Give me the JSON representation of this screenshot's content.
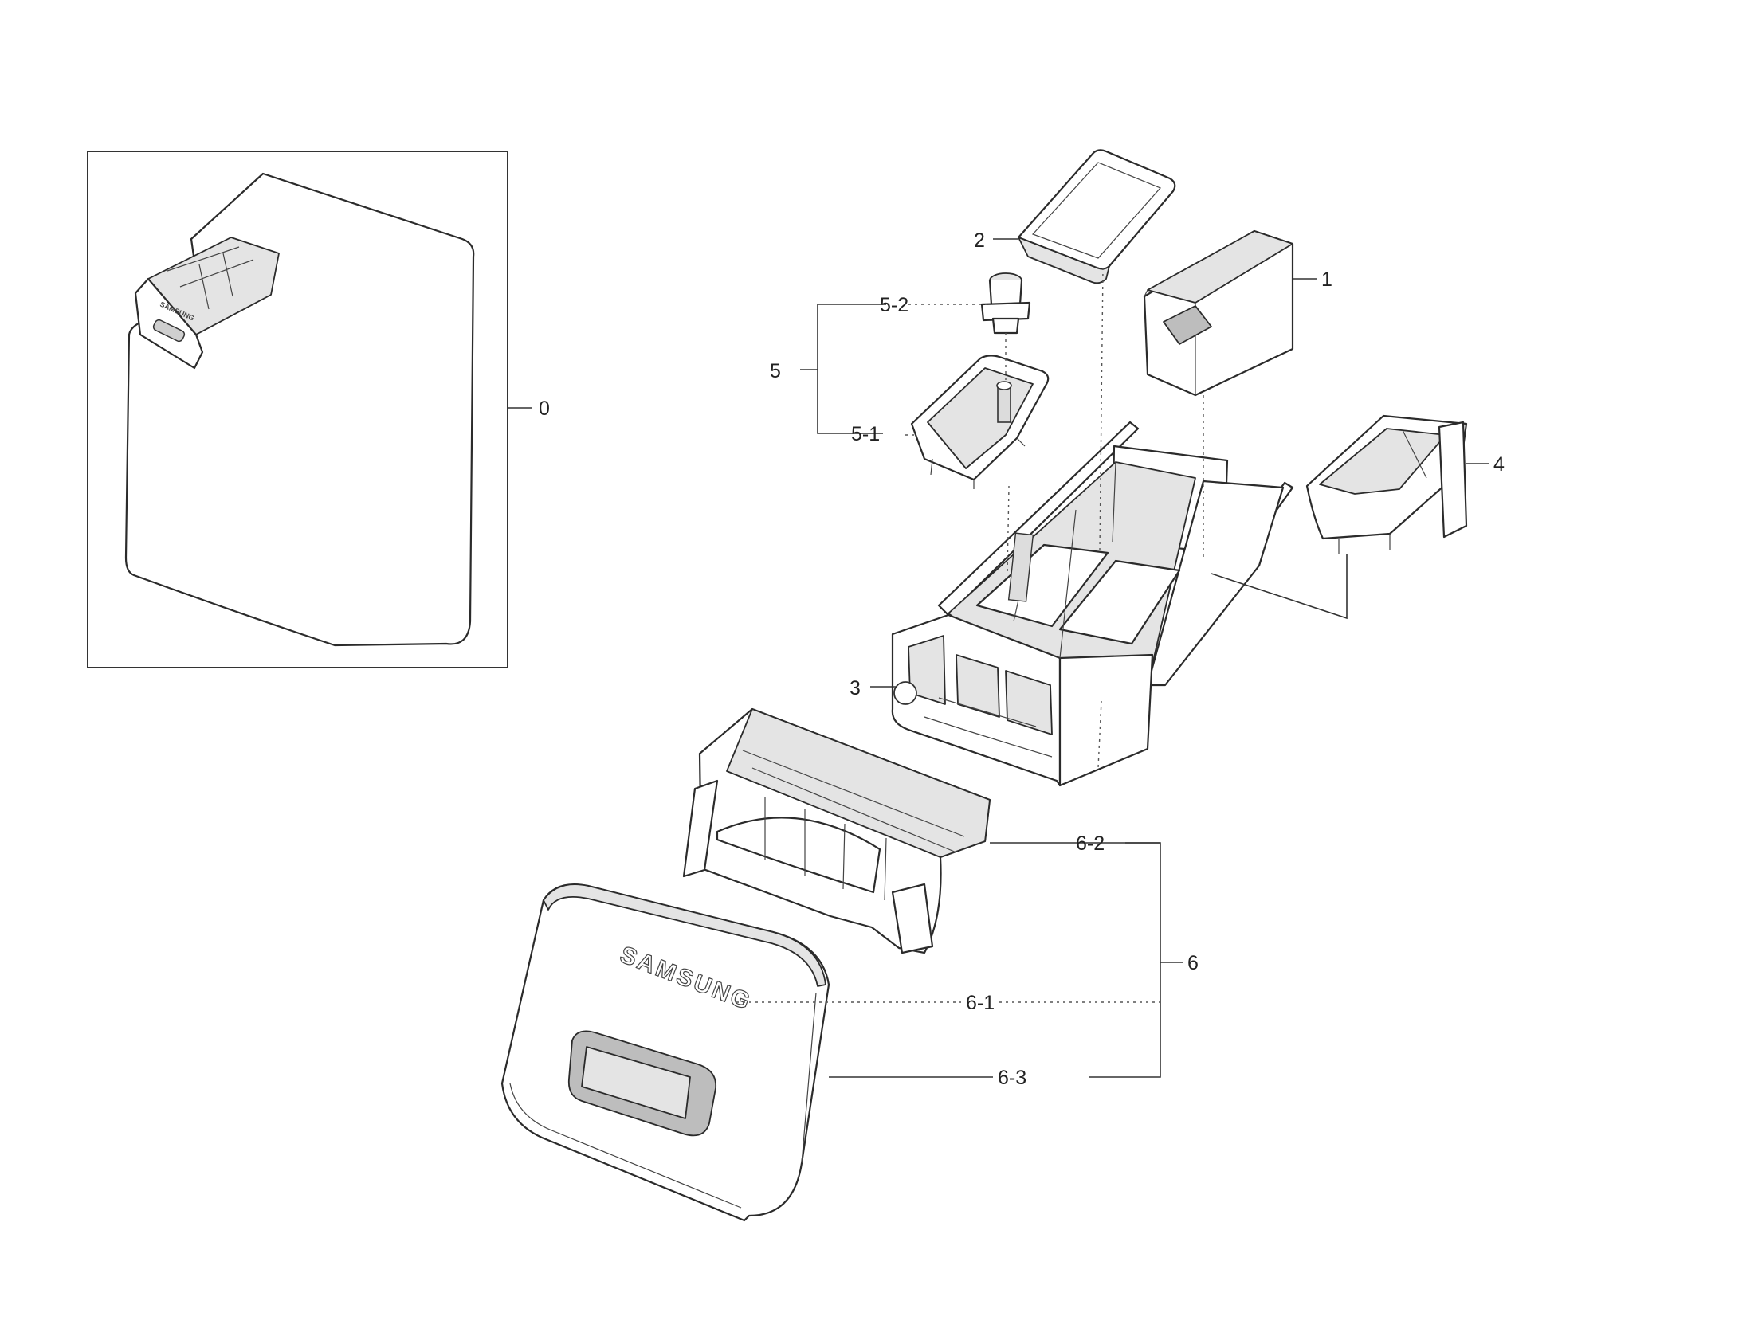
{
  "diagram": {
    "parts": [
      {
        "id": "0",
        "label": "0"
      },
      {
        "id": "1",
        "label": "1"
      },
      {
        "id": "2",
        "label": "2"
      },
      {
        "id": "3",
        "label": "3"
      },
      {
        "id": "4",
        "label": "4"
      },
      {
        "id": "5",
        "label": "5"
      },
      {
        "id": "5-1",
        "label": "5-1"
      },
      {
        "id": "5-2",
        "label": "5-2"
      },
      {
        "id": "6",
        "label": "6"
      },
      {
        "id": "6-1",
        "label": "6-1"
      },
      {
        "id": "6-2",
        "label": "6-2"
      },
      {
        "id": "6-3",
        "label": "6-3"
      }
    ],
    "brand_text": "SAMSUNG",
    "small_brand_text": "SAMSUNG"
  }
}
